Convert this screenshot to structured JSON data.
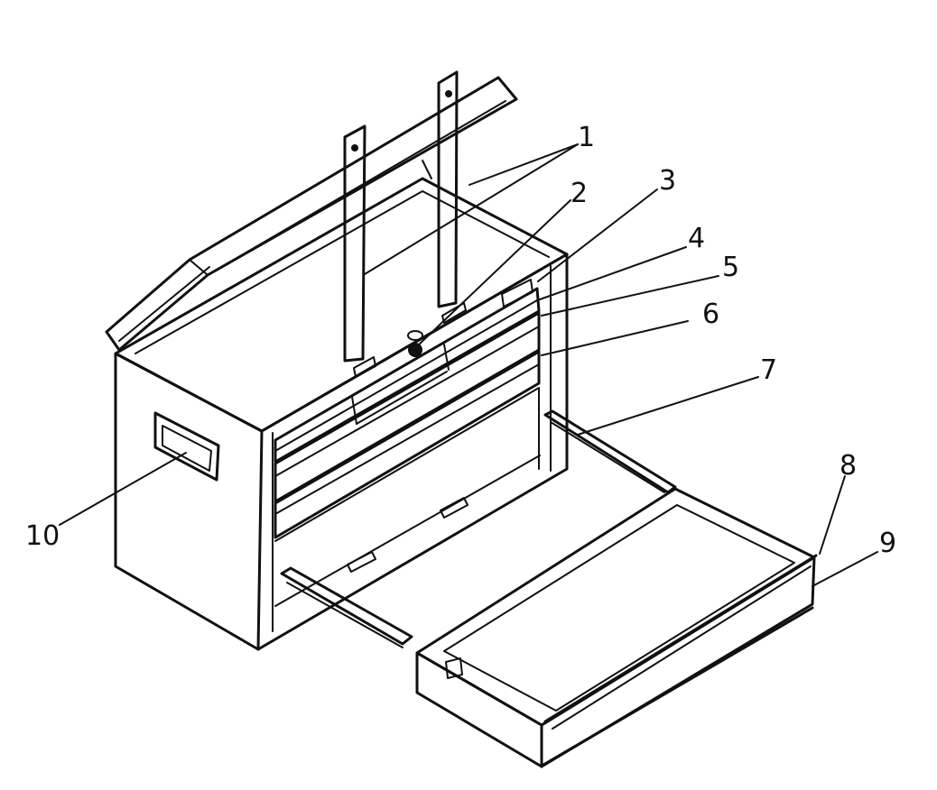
{
  "colors": {
    "ink": "#111111",
    "paper": "#ffffff"
  },
  "callouts": [
    {
      "id": "1",
      "label": "1"
    },
    {
      "id": "2",
      "label": "2"
    },
    {
      "id": "3",
      "label": "3"
    },
    {
      "id": "4",
      "label": "4"
    },
    {
      "id": "5",
      "label": "5"
    },
    {
      "id": "6",
      "label": "6"
    },
    {
      "id": "7",
      "label": "7"
    },
    {
      "id": "8",
      "label": "8"
    },
    {
      "id": "9",
      "label": "9"
    },
    {
      "id": "10",
      "label": "10"
    }
  ]
}
